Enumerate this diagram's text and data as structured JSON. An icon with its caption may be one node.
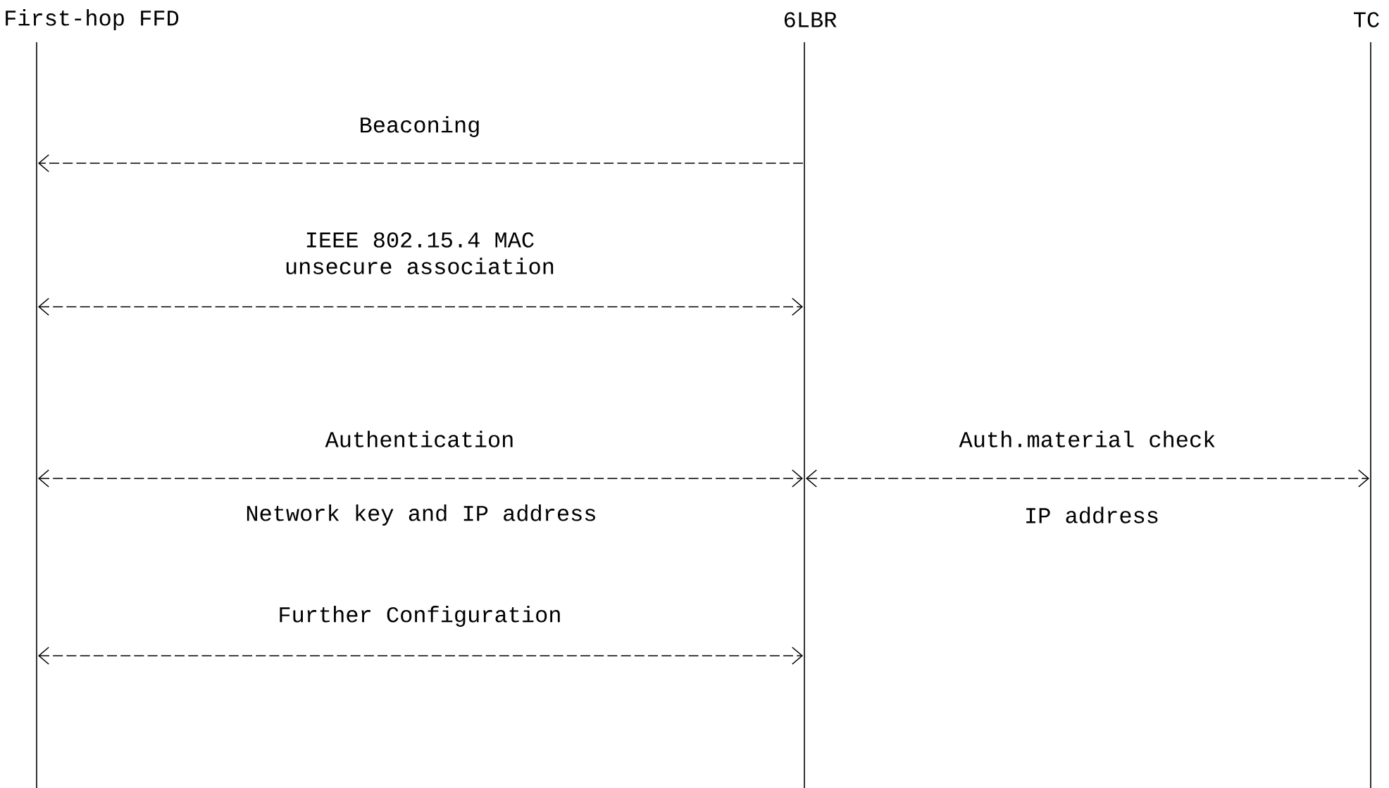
{
  "diagram": {
    "nodes": [
      {
        "text": [
          "First-hop FFD"
        ]
      },
      {
        "text": [
          "6LBR"
        ]
      },
      {
        "text": [
          "TC"
        ]
      }
    ],
    "edges": [
      {
        "from": 1,
        "to": 0,
        "arrow": "to",
        "label": "Beaconing"
      },
      {
        "from": 0,
        "to": 1,
        "arrow": "both",
        "label": "IEEE 802.15.4 MAC unsecure association"
      },
      {
        "from": 0,
        "to": 1,
        "arrow": "both",
        "label": "Authentication"
      },
      {
        "from": 1,
        "to": 2,
        "arrow": "both",
        "label": "Auth.material check"
      },
      {
        "from": 0,
        "to": 1,
        "arrow": "both",
        "label": "Further Configuration"
      }
    ],
    "labels": [
      "Network key and IP address",
      "IP address"
    ]
  }
}
